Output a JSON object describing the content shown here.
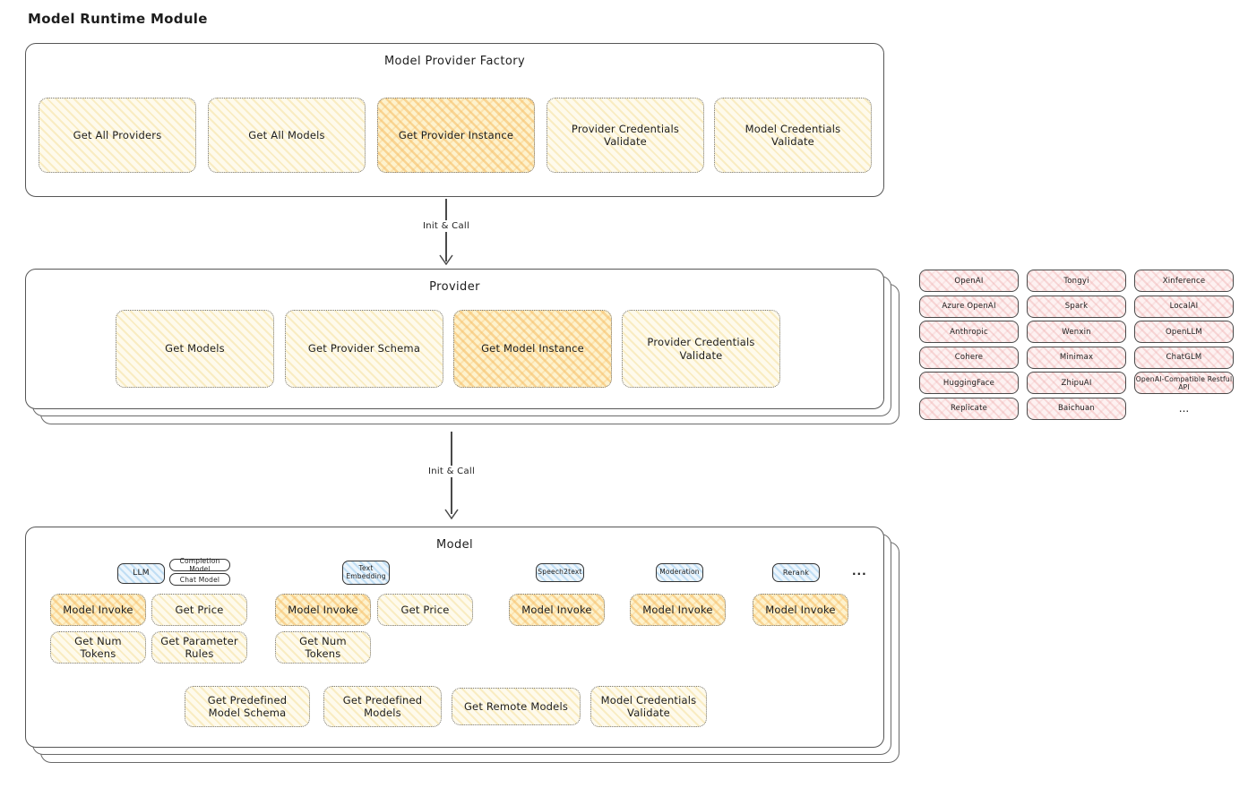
{
  "page": {
    "title": "Model Runtime Module"
  },
  "flow": {
    "init_call_1": "Init & Call",
    "init_call_2": "Init & Call"
  },
  "factory": {
    "title": "Model Provider Factory",
    "items": [
      {
        "label": "Get All Providers",
        "variant": "yellow"
      },
      {
        "label": "Get All Models",
        "variant": "yellow"
      },
      {
        "label": "Get Provider Instance",
        "variant": "orange"
      },
      {
        "label": "Provider Credentials Validate",
        "variant": "yellow"
      },
      {
        "label": "Model Credentials Validate",
        "variant": "yellow"
      }
    ]
  },
  "provider": {
    "title": "Provider",
    "items": [
      {
        "label": "Get Models",
        "variant": "yellow"
      },
      {
        "label": "Get Provider Schema",
        "variant": "yellow"
      },
      {
        "label": "Get Model Instance",
        "variant": "orange"
      },
      {
        "label": "Provider Credentials Validate",
        "variant": "yellow"
      }
    ]
  },
  "providers": {
    "columns": [
      {
        "items": [
          "OpenAI",
          "Azure OpenAI",
          "Anthropic",
          "Cohere",
          "HuggingFace",
          "Replicate"
        ]
      },
      {
        "items": [
          "Tongyi",
          "Spark",
          "Wenxin",
          "Minimax",
          "ZhipuAI",
          "Baichuan"
        ]
      },
      {
        "items": [
          "Xinference",
          "LocalAI",
          "OpenLLM",
          "ChatGLM",
          "OpenAI-Compatible Restful API"
        ]
      }
    ],
    "more_label": "..."
  },
  "model": {
    "title": "Model",
    "groups": {
      "llm": {
        "tag": "LLM",
        "sub_tags": [
          "Completion Model",
          "Chat Model"
        ],
        "items": [
          "Model Invoke",
          "Get Price",
          "Get Num Tokens",
          "Get Parameter Rules"
        ]
      },
      "text_embedding": {
        "tag": "Text Embedding",
        "items": [
          "Model Invoke",
          "Get Price",
          "Get Num Tokens"
        ]
      },
      "speech2text": {
        "tag": "Speech2text",
        "items": [
          "Model Invoke"
        ]
      },
      "moderation": {
        "tag": "Moderation",
        "items": [
          "Model Invoke"
        ]
      },
      "rerank": {
        "tag": "Rerank",
        "items": [
          "Model Invoke"
        ]
      }
    },
    "more_label": "...",
    "shared_items": [
      "Get Predefined Model Schema",
      "Get Predefined Models",
      "Get Remote Models",
      "Model Credentials Validate"
    ]
  },
  "colors": {
    "highlight_orange": "#f6bc62",
    "chip_yellow": "#f3de98",
    "provider_pink": "#eeaaaa",
    "tag_blue": "#8cc3eb",
    "stroke": "#4a4a4a"
  }
}
